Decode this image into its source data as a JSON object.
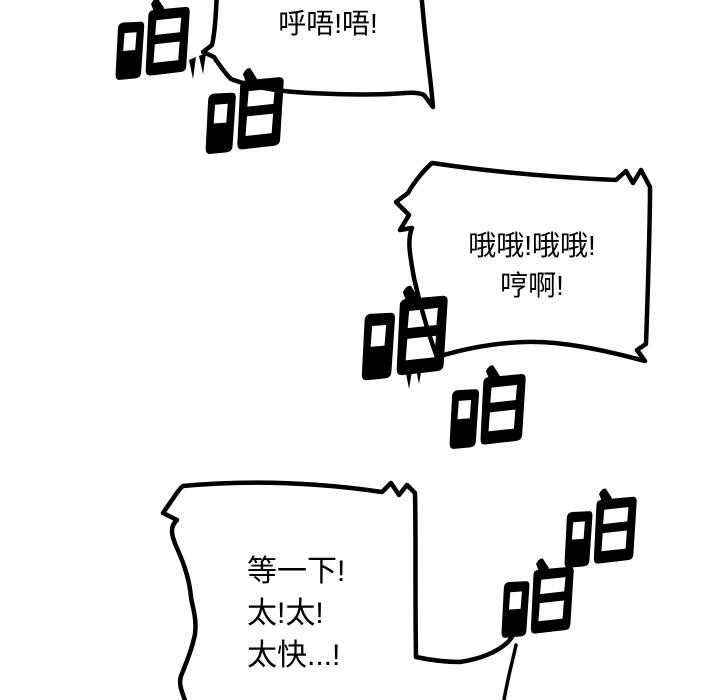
{
  "page": {
    "kind": "comic-panel",
    "language": "zh"
  },
  "colors": {
    "ink": "#000000",
    "paper": "#ffffff"
  },
  "bubbles": [
    {
      "id": "bubble-top",
      "lines": [
        "呼唔!唔!"
      ]
    },
    {
      "id": "bubble-middle",
      "lines": [
        "哦哦!哦哦!",
        "哼啊!"
      ]
    },
    {
      "id": "bubble-bottom",
      "lines": [
        "等一下!",
        "太!太!",
        "太快...!"
      ]
    }
  ],
  "sfx": {
    "text": "啪",
    "count": 6
  }
}
